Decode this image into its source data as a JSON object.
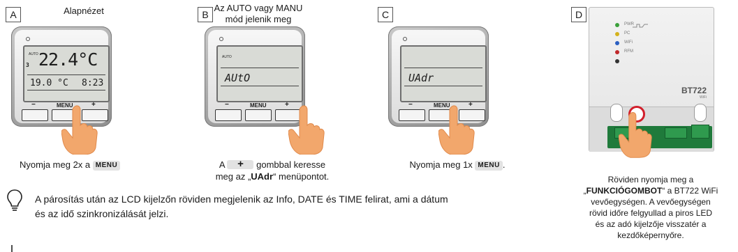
{
  "panels": {
    "a": {
      "badge": "A",
      "title": "Alapnézet",
      "lcd": {
        "mode": "AUTO",
        "indicator": "3",
        "temp": "22.4°C",
        "set": "19.0 °C",
        "time": "8:23"
      },
      "buttons": {
        "minus": "−",
        "menu": "MENU",
        "plus": "+"
      },
      "caption_prefix": "Nyomja meg 2x a",
      "caption_key": "MENU"
    },
    "b": {
      "badge": "B",
      "title_line1": "Az AUTO vagy MANU",
      "title_line2": "mód jelenik meg",
      "lcd": {
        "mode": "AUTO",
        "text": "AUtO"
      },
      "buttons": {
        "minus": "−",
        "menu": "MENU",
        "plus": "+"
      },
      "caption_line1_a": "A",
      "caption_line1_key": "+",
      "caption_line1_b": "gombbal keresse",
      "caption_line2_a": "meg az „",
      "caption_line2_bold": "UAdr",
      "caption_line2_b": "“ menüpontot."
    },
    "c": {
      "badge": "C",
      "lcd": {
        "text": "UAdr"
      },
      "buttons": {
        "minus": "−",
        "menu": "MENU",
        "plus": "+"
      },
      "caption_prefix": "Nyomja meg 1x",
      "caption_key": "MENU",
      "caption_suffix": "."
    },
    "d": {
      "badge": "D",
      "leds": [
        {
          "label": "PWR",
          "color": "#3aa03a"
        },
        {
          "label": "PC",
          "color": "#d4b21c"
        },
        {
          "label": "WiFi",
          "color": "#2a5fc1"
        },
        {
          "label": "RFM",
          "color": "#c0282a"
        },
        {
          "label": "",
          "color": "#333333"
        }
      ],
      "model": "BT722",
      "model_sub": "WiFi",
      "caption_l1": "Röviden nyomja meg a",
      "caption_l2_a": "„",
      "caption_l2_bold": "FUNKCIÓGOMBOT",
      "caption_l2_b": "“ a BT722 WiFi",
      "caption_l3": "vevőegységen. A vevőegységen",
      "caption_l4": "rövid időre felgyullad a piros LED",
      "caption_l5": "és az adó kijelzője visszatér a",
      "caption_l6": "kezdőképernyőre."
    }
  },
  "info": {
    "icon": "lightbulb-icon",
    "line1": "A párosítás után az LCD kijelzőn röviden megjelenik az Info, DATE és TIME felirat, ami a dátum",
    "line2": "és az idő szinkronizálását jelzi."
  }
}
